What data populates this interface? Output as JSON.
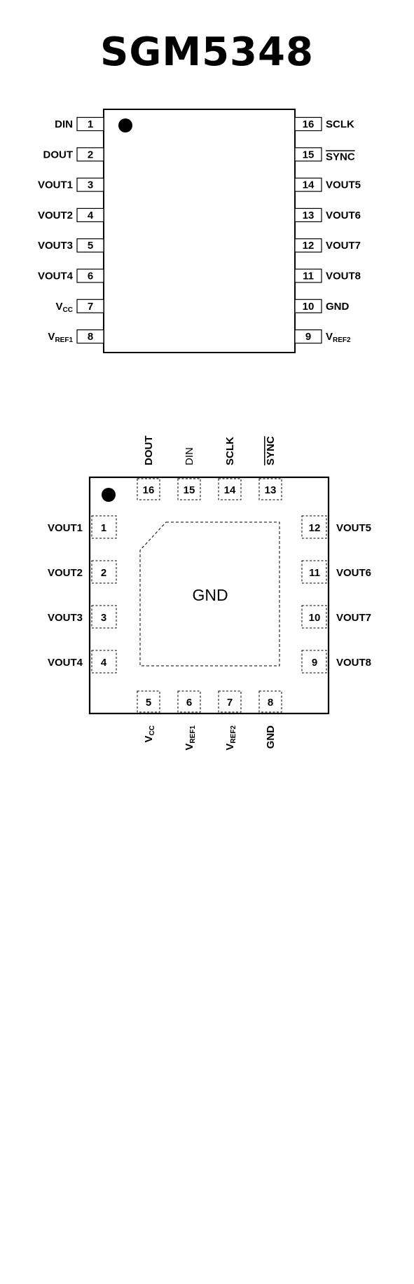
{
  "title": "SGM5348",
  "tssop": {
    "left_pins": [
      {
        "num": "1",
        "name": "DIN"
      },
      {
        "num": "2",
        "name": "DOUT"
      },
      {
        "num": "3",
        "name": "VOUT1"
      },
      {
        "num": "4",
        "name": "VOUT2"
      },
      {
        "num": "5",
        "name": "VOUT3"
      },
      {
        "num": "6",
        "name": "VOUT4"
      },
      {
        "num": "7",
        "name": "V",
        "sub": "CC"
      },
      {
        "num": "8",
        "name": "V",
        "sub": "REF1"
      }
    ],
    "right_pins": [
      {
        "num": "16",
        "name": "SCLK"
      },
      {
        "num": "15",
        "name": "SYNC",
        "overline": true
      },
      {
        "num": "14",
        "name": "VOUT5"
      },
      {
        "num": "13",
        "name": "VOUT6"
      },
      {
        "num": "12",
        "name": "VOUT7"
      },
      {
        "num": "11",
        "name": "VOUT8"
      },
      {
        "num": "10",
        "name": "GND"
      },
      {
        "num": "9",
        "name": "V",
        "sub": "REF2"
      }
    ]
  },
  "qfn": {
    "pad_label": "GND",
    "top_pins": [
      {
        "num": "16",
        "name": "DOUT"
      },
      {
        "num": "15",
        "name": "DIN",
        "light": true
      },
      {
        "num": "14",
        "name": "SCLK"
      },
      {
        "num": "13",
        "name": "SYNC",
        "overline": true
      }
    ],
    "left_pins": [
      {
        "num": "1",
        "name": "VOUT1"
      },
      {
        "num": "2",
        "name": "VOUT2"
      },
      {
        "num": "3",
        "name": "VOUT3"
      },
      {
        "num": "4",
        "name": "VOUT4"
      }
    ],
    "right_pins": [
      {
        "num": "12",
        "name": "VOUT5"
      },
      {
        "num": "11",
        "name": "VOUT6"
      },
      {
        "num": "10",
        "name": "VOUT7"
      },
      {
        "num": "9",
        "name": "VOUT8"
      }
    ],
    "bottom_pins": [
      {
        "num": "5",
        "name": "V",
        "sub": "CC"
      },
      {
        "num": "6",
        "name": "V",
        "sub": "REF1"
      },
      {
        "num": "7",
        "name": "V",
        "sub": "REF2"
      },
      {
        "num": "8",
        "name": "GND"
      }
    ]
  }
}
